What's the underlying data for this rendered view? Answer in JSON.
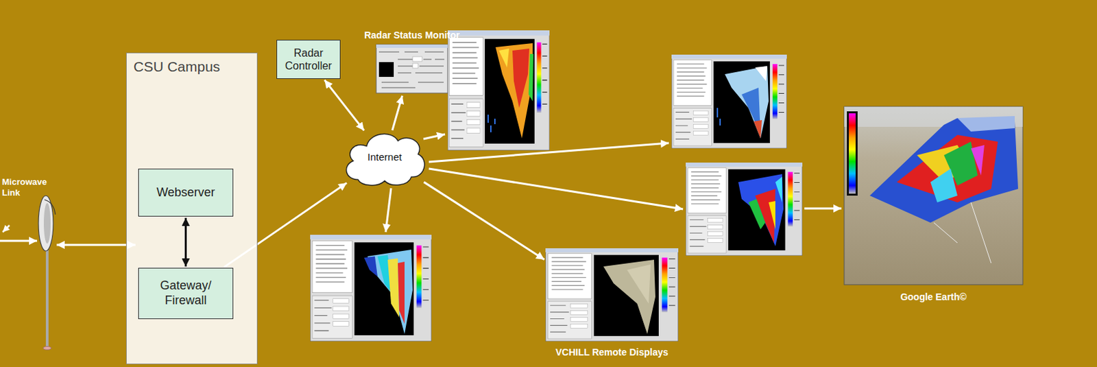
{
  "diagram": {
    "nodes": [
      {
        "text": [
          "CSU Campus"
        ]
      },
      {
        "text": [
          "Webserver"
        ],
        "in": 0
      },
      {
        "text": [
          "Gateway/ Firewall"
        ],
        "in": 0
      },
      {
        "text": [
          "Radar Controller"
        ]
      },
      {
        "text": [
          "Internet"
        ]
      },
      {
        "text": [
          "Radar Status Monitor"
        ]
      },
      {
        "text": [
          "VCHILL Remote Displays"
        ]
      },
      {
        "text": [
          "Google Earth©"
        ]
      }
    ],
    "edges": [
      {
        "from": 1,
        "to": 2,
        "arrow": "both"
      },
      {
        "from": 2,
        "to": 4,
        "arrow": "to"
      },
      {
        "from": 3,
        "to": 4,
        "arrow": "both"
      },
      {
        "from": 4,
        "to": 5,
        "arrow": "to"
      },
      {
        "from": 4,
        "to": 6,
        "arrow": "to"
      }
    ],
    "labels": [
      "Microwave Link"
    ]
  }
}
